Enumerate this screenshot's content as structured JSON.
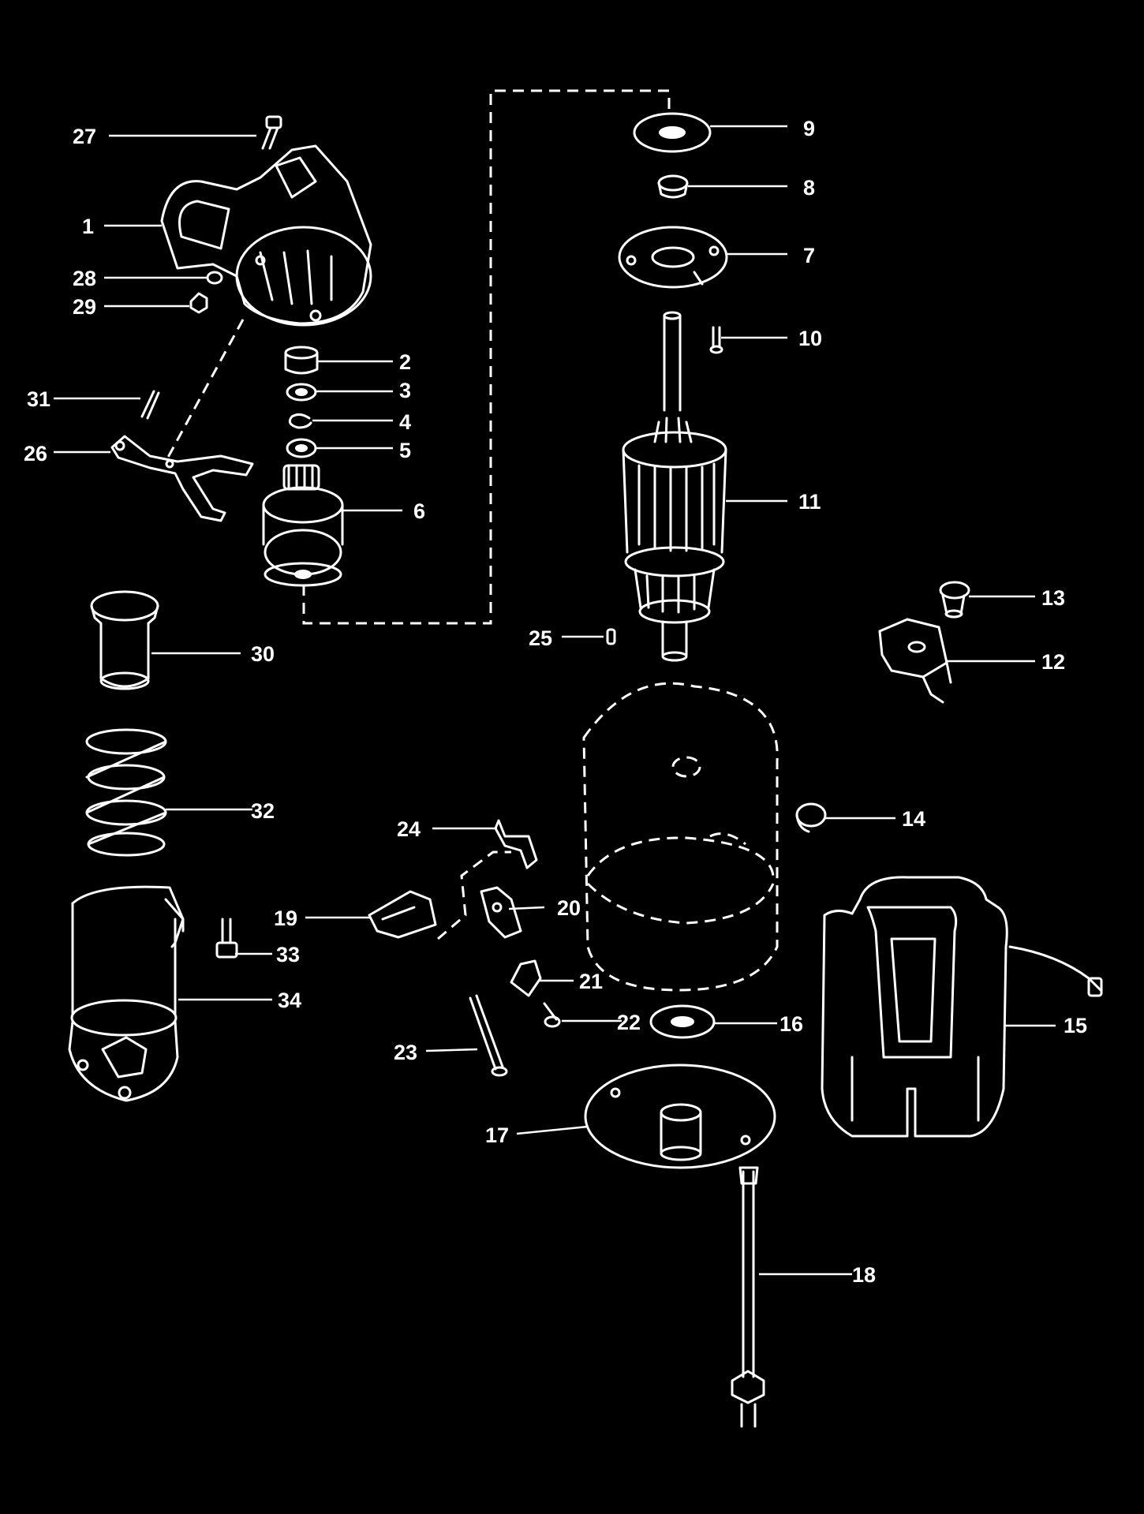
{
  "diagram": {
    "background": "#000000",
    "ink": "#ffffff",
    "callouts": [
      "1",
      "2",
      "3",
      "4",
      "5",
      "6",
      "7",
      "8",
      "9",
      "10",
      "11",
      "12",
      "13",
      "14",
      "15",
      "16",
      "17",
      "18",
      "19",
      "20",
      "21",
      "22",
      "23",
      "24",
      "25",
      "26",
      "27",
      "28",
      "29",
      "30",
      "31",
      "32",
      "33",
      "34"
    ]
  }
}
